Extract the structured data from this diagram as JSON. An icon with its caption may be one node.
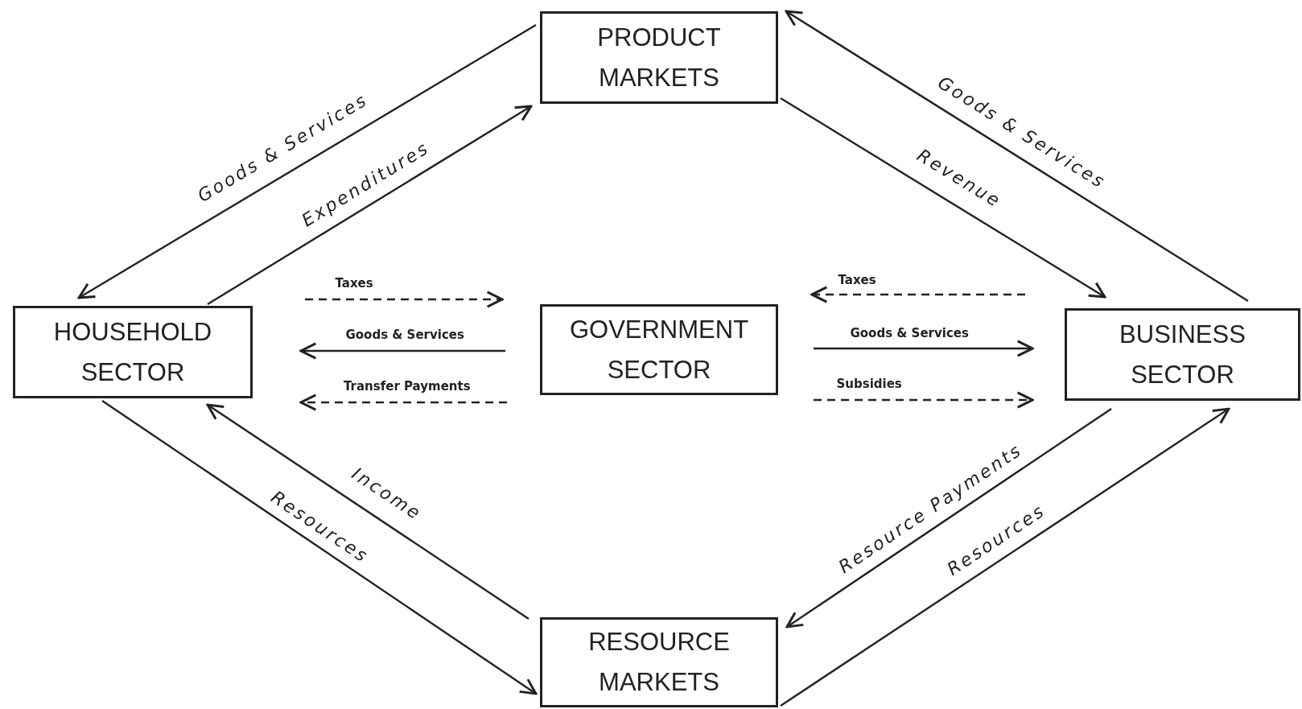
{
  "diagram": {
    "nodes": [
      {
        "text": [
          "PRODUCT MARKETS"
        ]
      },
      {
        "text": [
          "HOUSEHOLD SECTOR"
        ]
      },
      {
        "text": [
          "GOVERNMENT SECTOR"
        ]
      },
      {
        "text": [
          "BUSINESS SECTOR"
        ]
      },
      {
        "text": [
          "RESOURCE MARKETS"
        ]
      }
    ],
    "edges": [
      {
        "from": 0,
        "to": 1,
        "arrow": "to",
        "label": "Goods & Services"
      },
      {
        "from": 1,
        "to": 0,
        "arrow": "to",
        "label": "Expenditures"
      },
      {
        "from": 3,
        "to": 0,
        "arrow": "to",
        "label": "Goods & Services"
      },
      {
        "from": 0,
        "to": 3,
        "arrow": "to",
        "label": "Revenue"
      },
      {
        "from": 1,
        "to": 2,
        "arrow": "to",
        "label": "Taxes",
        "style": "dashed"
      },
      {
        "from": 2,
        "to": 1,
        "arrow": "to",
        "label": "Goods & Services"
      },
      {
        "from": 2,
        "to": 1,
        "arrow": "to",
        "label": "Transfer Payments",
        "style": "dashed"
      },
      {
        "from": 3,
        "to": 2,
        "arrow": "to",
        "label": "Taxes",
        "style": "dashed"
      },
      {
        "from": 2,
        "to": 3,
        "arrow": "to",
        "label": "Goods & Services"
      },
      {
        "from": 2,
        "to": 3,
        "arrow": "to",
        "label": "Subsidies",
        "style": "dashed"
      },
      {
        "from": 1,
        "to": 4,
        "arrow": "to",
        "label": "Resources"
      },
      {
        "from": 4,
        "to": 1,
        "arrow": "to",
        "label": "Income"
      },
      {
        "from": 3,
        "to": 4,
        "arrow": "to",
        "label": "Resource Payments"
      },
      {
        "from": 4,
        "to": 3,
        "arrow": "to",
        "label": "Resources"
      }
    ]
  }
}
